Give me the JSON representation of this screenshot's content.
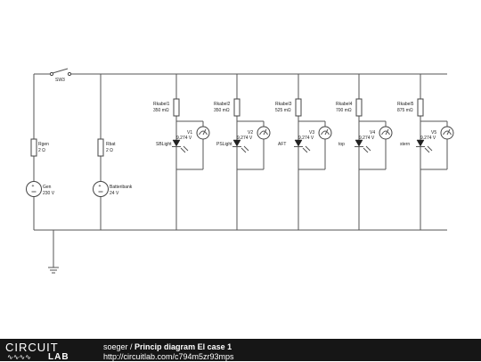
{
  "schematic": {
    "switch_label": "SW3",
    "generator": {
      "resistor_name": "Rgen",
      "resistor_value": "2 Ω",
      "source_name": "Gen",
      "source_value": "230 V"
    },
    "battery": {
      "resistor_name": "Rbat",
      "resistor_value": "2 Ω",
      "source_name": "Batteribank",
      "source_value": "24 V"
    },
    "branches": [
      {
        "cable_name": "Rkabel1",
        "cable_value": "350 mΩ",
        "meter_name": "V1",
        "meter_value": "9.274 V",
        "light_name": "SBLight"
      },
      {
        "cable_name": "Rkabel2",
        "cable_value": "350 mΩ",
        "meter_name": "V2",
        "meter_value": "9.274 V",
        "light_name": "PSLight"
      },
      {
        "cable_name": "Rkabel3",
        "cable_value": "525 mΩ",
        "meter_name": "V3",
        "meter_value": "9.274 V",
        "light_name": "AFT"
      },
      {
        "cable_name": "Rkabel4",
        "cable_value": "700 mΩ",
        "meter_name": "V4",
        "meter_value": "9.274 V",
        "light_name": "top"
      },
      {
        "cable_name": "Rkabel5",
        "cable_value": "875 mΩ",
        "meter_name": "V5",
        "meter_value": "9.274 V",
        "light_name": "stern"
      }
    ]
  },
  "footer": {
    "logo_top": "CIRCUIT",
    "logo_bottom": "LAB",
    "author": "soeger",
    "separator": " / ",
    "title": "Princip diagram El case 1",
    "url": "http://circuitlab.com/c794m5zr93mps"
  }
}
